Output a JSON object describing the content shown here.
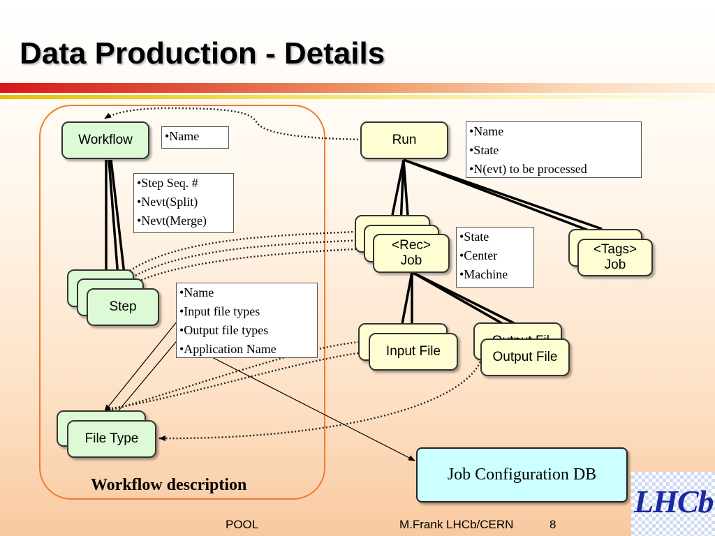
{
  "title": "Data Production - Details",
  "nodes": {
    "workflow": "Workflow",
    "step": "Step",
    "file_type": "File Type",
    "run": "Run",
    "rec_job_line1": "<Rec>",
    "rec_job_line2": "Job",
    "tags_job_line1": "<Tags>",
    "tags_job_line2": "Job",
    "input_file": "Input File",
    "output_file": "Output File",
    "output_file_back": "Output Fil",
    "job_config_db": "Job Configuration DB"
  },
  "info_boxes": {
    "workflow_attrs": [
      "•Name"
    ],
    "step_attrs": [
      "•Step Seq. #",
      "•Nevt(Split)",
      "•Nevt(Merge)"
    ],
    "filetype_attrs": [
      "•Name",
      "•Input file types",
      "•Output file types",
      "•Application Name"
    ],
    "run_attrs": [
      "•Name",
      "•State",
      "•N(evt) to be processed"
    ],
    "job_attrs": [
      "•State",
      "•Center",
      "•Machine"
    ]
  },
  "caption": "Workflow description",
  "footer": {
    "left": "POOL",
    "center": "M.Frank LHCb/CERN",
    "page": "8"
  },
  "logo": {
    "text": "LHCb"
  },
  "colors": {
    "green_node": "#dcfad6",
    "yellow_node": "#fffdd2",
    "db_box": "#ccffff",
    "group_border": "#ee7a2a",
    "accent_red": "#d81818"
  }
}
